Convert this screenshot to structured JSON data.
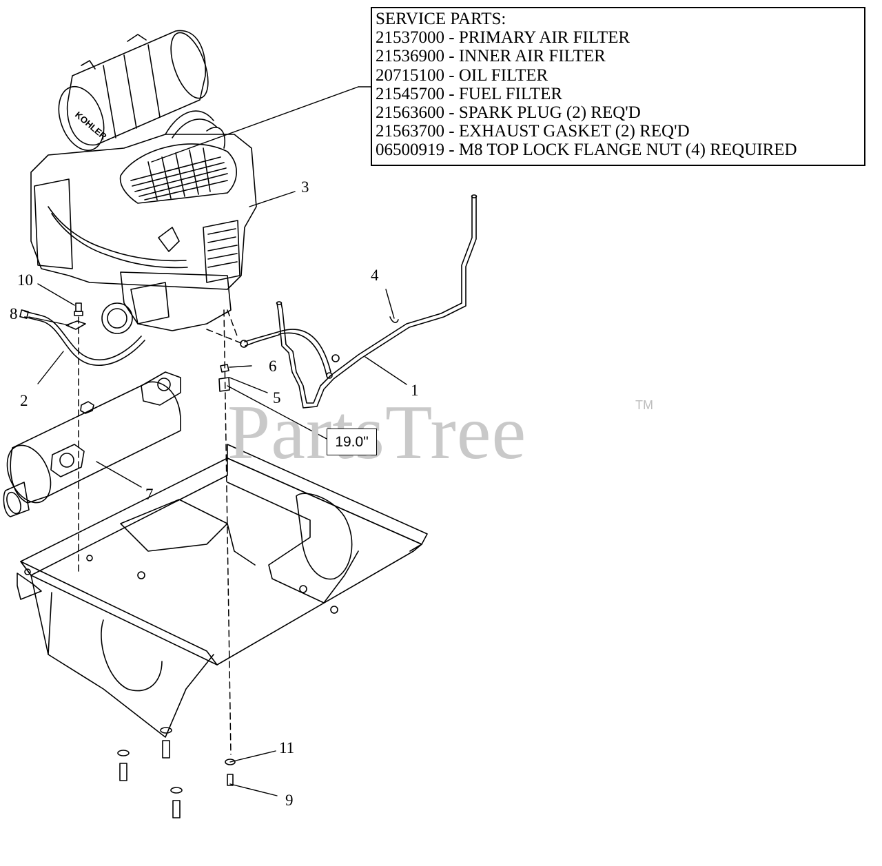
{
  "service_parts": {
    "title": "SERVICE PARTS:",
    "items": [
      "21537000 - PRIMARY AIR FILTER",
      "21536900 - INNER AIR FILTER",
      "20715100 - OIL FILTER",
      "21545700 - FUEL FILTER",
      "21563600 - SPARK PLUG (2) REQ'D",
      "21563700 - EXHAUST GASKET (2) REQ'D",
      "06500919 - M8 TOP LOCK FLANGE NUT (4) REQUIRED"
    ]
  },
  "callouts": {
    "c1": "1",
    "c2": "2",
    "c3": "3",
    "c4": "4",
    "c5": "5",
    "c6": "6",
    "c7": "7",
    "c8": "8",
    "c9": "9",
    "c10": "10",
    "c11": "11"
  },
  "dimension": "19.0\"",
  "engine_brand": "KOHLER",
  "watermark": {
    "text": "PartsTree",
    "tm": "TM"
  },
  "colors": {
    "line": "#000000",
    "watermark": "#c9c9c9"
  }
}
